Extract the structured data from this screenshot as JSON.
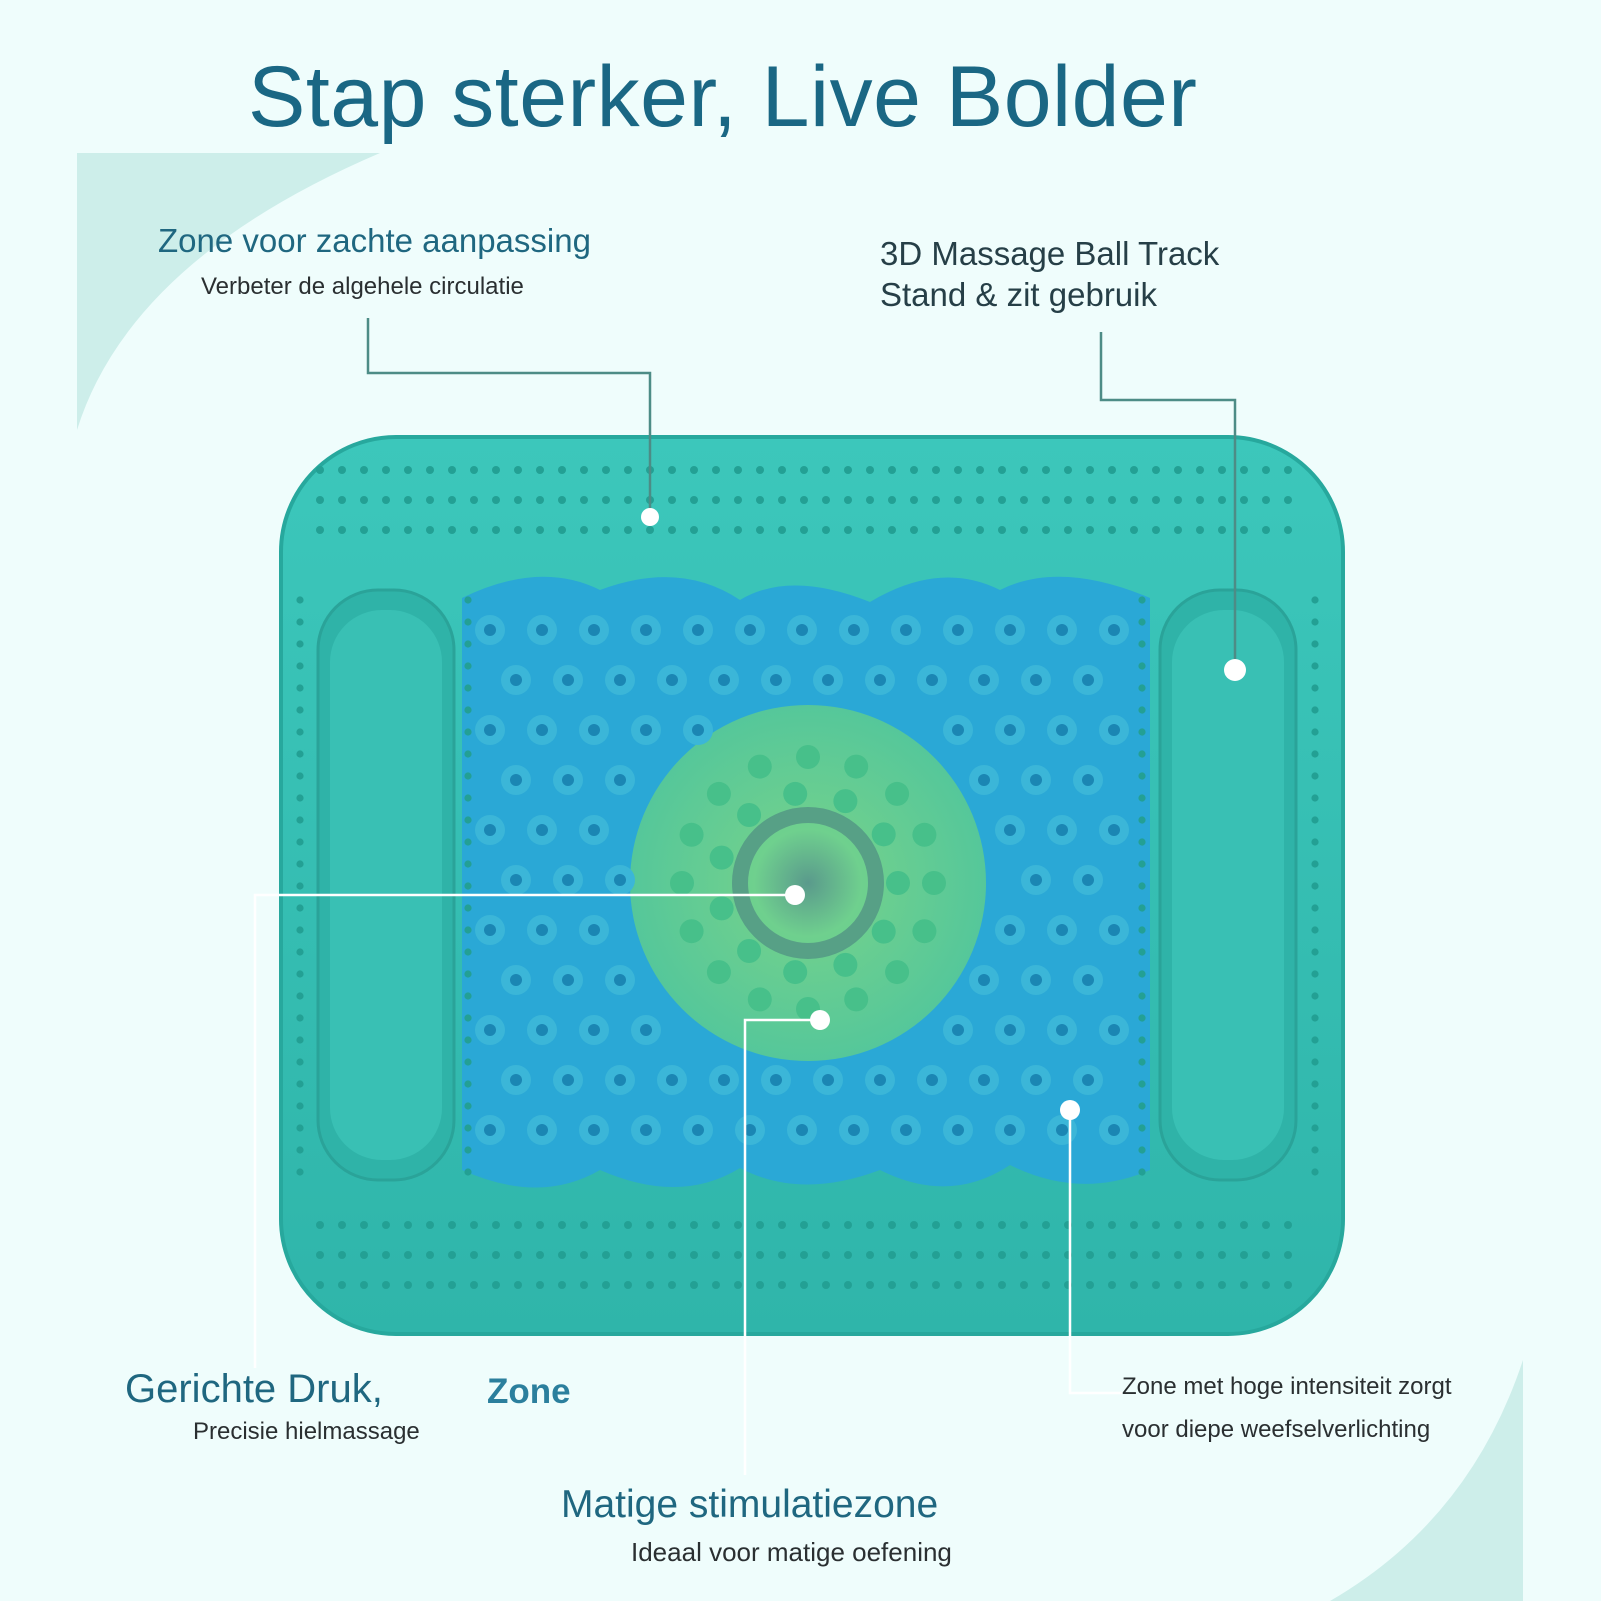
{
  "title": "Stap sterker, Live Bolder",
  "callouts": {
    "top_left": {
      "heading": "Zone voor zachte aanpassing",
      "sub": "Verbeter de algehele circulatie"
    },
    "top_right": {
      "line1": "3D Massage Ball Track",
      "line2": "Stand & zit gebruik"
    },
    "bottom_left": {
      "heading": "Gerichte Druk,",
      "zone_word": "Zone",
      "sub": "Precisie hielmassage"
    },
    "bottom_mid": {
      "heading": "Matige stimulatiezone",
      "sub": "Ideaal voor matige oefening"
    },
    "bottom_right": {
      "line1": "Zone met hoge intensiteit zorgt",
      "line2": "voor diepe weefselverlichting"
    }
  },
  "colors": {
    "background": "#effdfc",
    "mat_teal": "#35bfb3",
    "inner_blue": "#2aa7da",
    "center_green": "#6fd08e",
    "title_blue": "#1a6784"
  }
}
